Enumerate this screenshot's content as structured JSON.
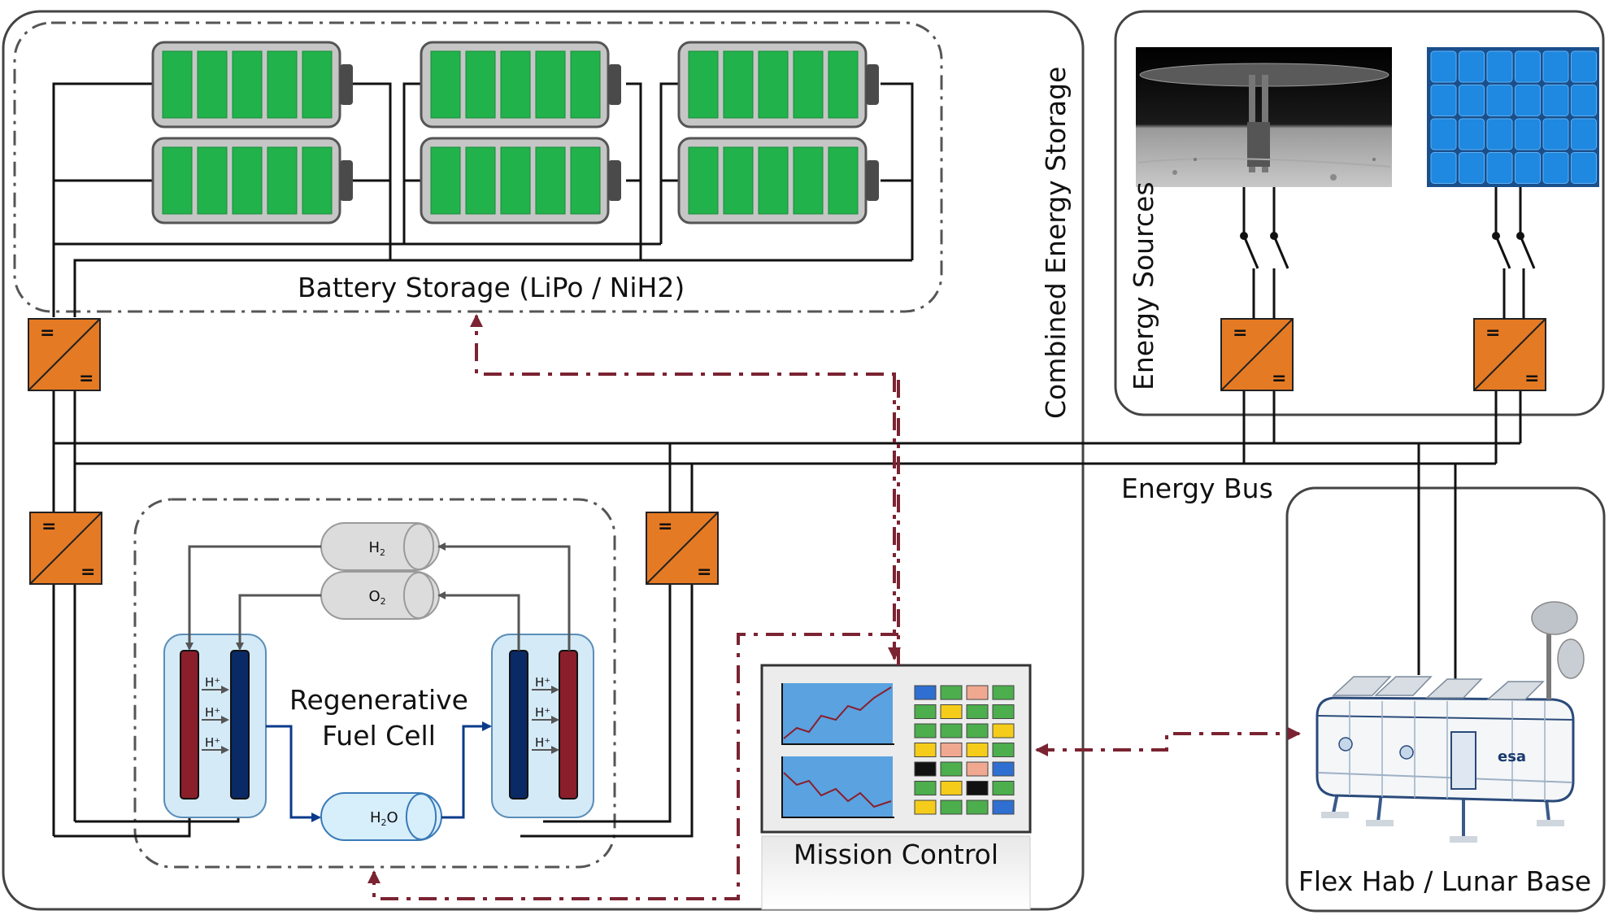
{
  "labels": {
    "battery_storage": "Battery Storage (LiPo / NiH2)",
    "combined_energy_storage": "Combined Energy Storage",
    "energy_sources": "Energy Sources",
    "energy_bus": "Energy Bus",
    "regenerative_fuel_cell_line1": "Regenerative",
    "regenerative_fuel_cell_line2": "Fuel Cell",
    "mission_control": "Mission Control",
    "flex_hab": "Flex Hab / Lunar Base",
    "esa_logo": "esa"
  },
  "converter_symbols": {
    "top": "=",
    "bottom": "="
  },
  "tanks": {
    "h2": {
      "base": "H",
      "sub": "2"
    },
    "o2": {
      "base": "O",
      "sub": "2"
    },
    "h2o": {
      "base": "H",
      "sub": "2",
      "tail": "O"
    }
  },
  "proton_label": "H⁺",
  "colors": {
    "battery_fill": "#22b24c",
    "converter": "#e57a24",
    "control_link": "#7b2332",
    "solar_cell": "#1f88e0",
    "electrode_red": "#8b1e2b",
    "electrode_navy": "#0a2a66",
    "fuel_cell_bg": "#d4eaf7",
    "water_tank": "#d7eefb",
    "gas_tank": "#dcdcdc"
  },
  "monitor_tiles": [
    [
      "blue",
      "green",
      "salmon",
      "green"
    ],
    [
      "green",
      "yellow",
      "green",
      "green"
    ],
    [
      "green",
      "green",
      "green",
      "yellow"
    ],
    [
      "yellow",
      "salmon",
      "yellow",
      "green"
    ],
    [
      "black",
      "green",
      "salmon",
      "blue"
    ],
    [
      "green",
      "yellow",
      "black",
      "green"
    ],
    [
      "yellow",
      "green",
      "green",
      "blue"
    ]
  ]
}
